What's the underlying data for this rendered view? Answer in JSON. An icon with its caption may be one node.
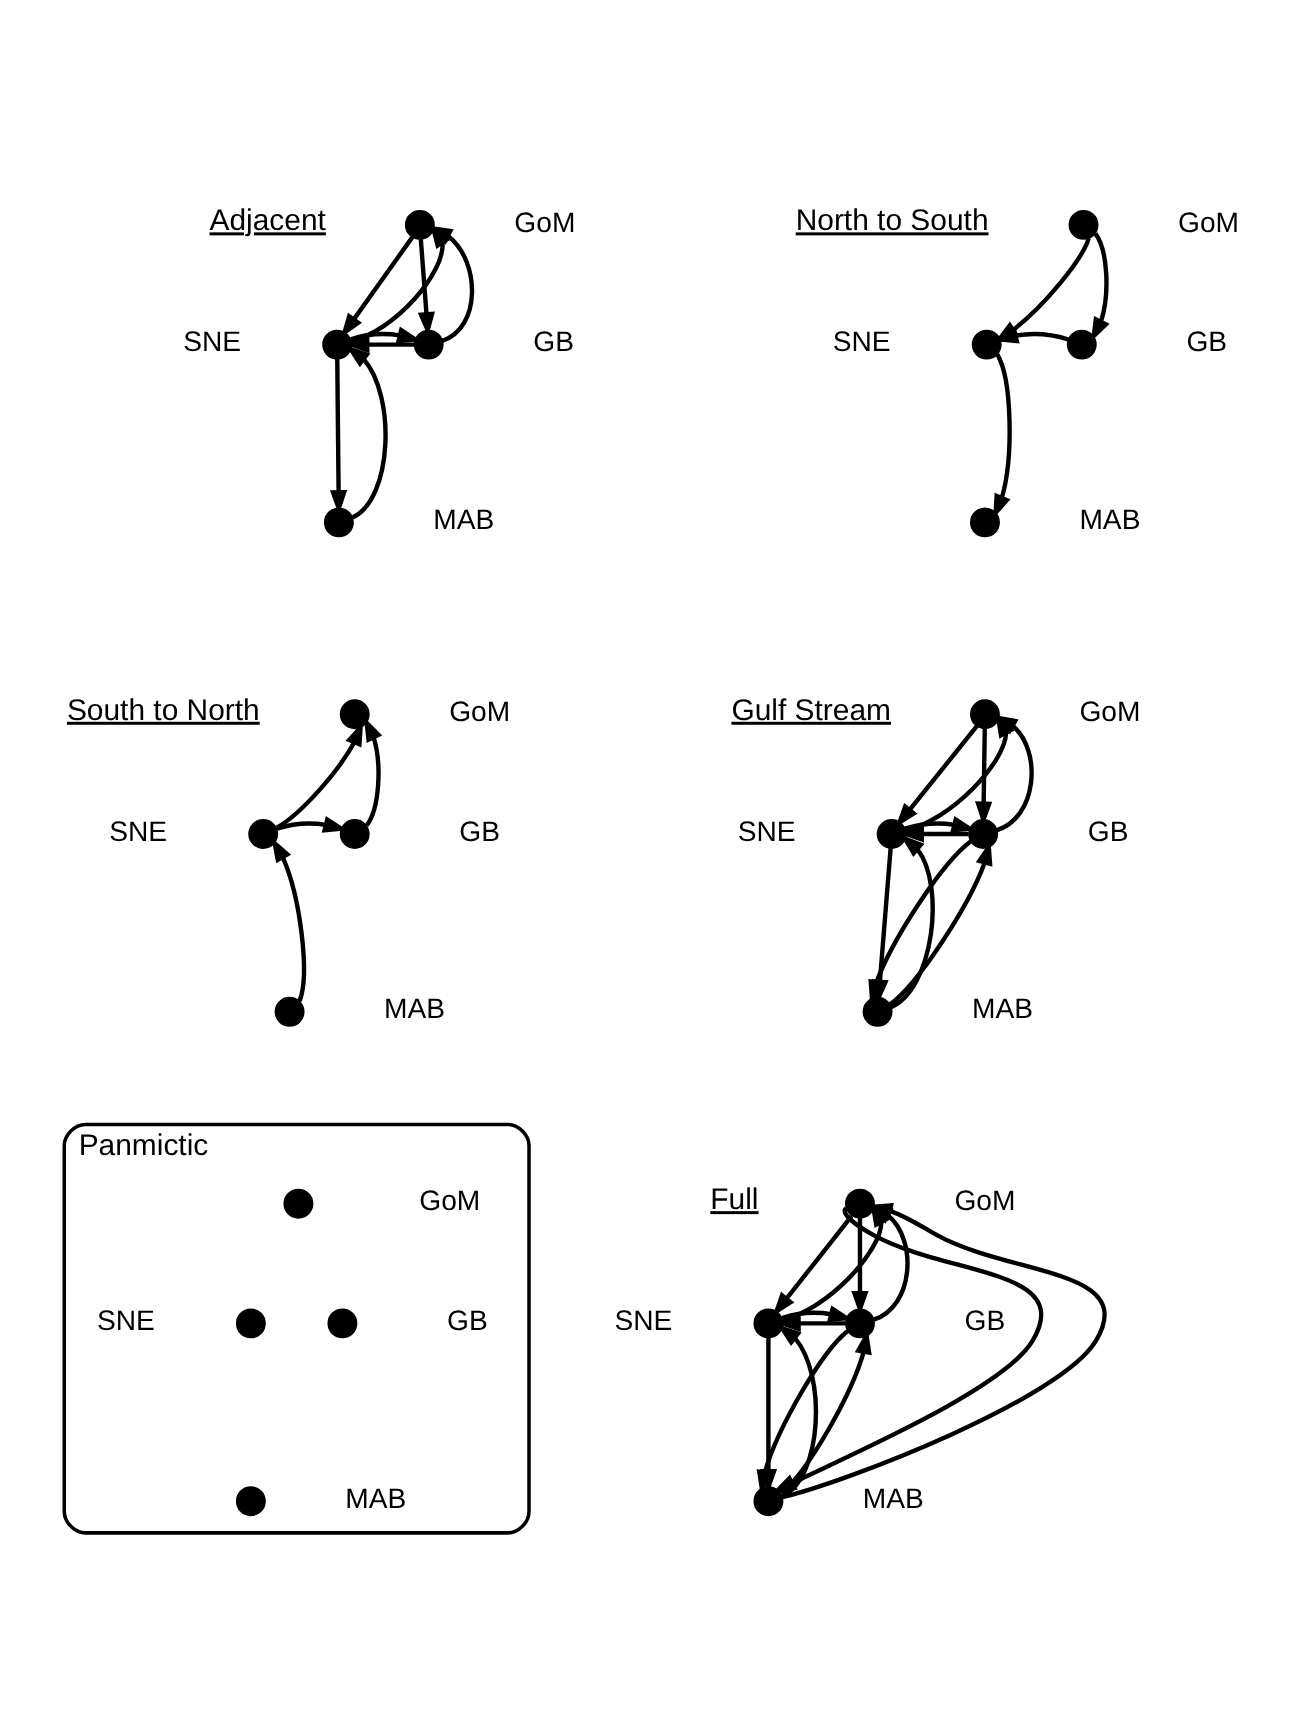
{
  "diagram": {
    "nodes": [
      {
        "text": [],
        "shape": "circle",
        "beside": [
          "GoM"
        ]
      },
      {
        "text": [],
        "shape": "circle",
        "beside": [
          "SNE"
        ]
      },
      {
        "text": [],
        "shape": "circle",
        "beside": [
          "GB"
        ]
      },
      {
        "text": [],
        "shape": "circle",
        "beside": [
          "MAB"
        ]
      },
      {
        "text": [],
        "shape": "circle",
        "beside": [
          "GoM"
        ]
      },
      {
        "text": [],
        "shape": "circle",
        "beside": [
          "SNE"
        ]
      },
      {
        "text": [],
        "shape": "circle",
        "beside": [
          "GB"
        ]
      },
      {
        "text": [],
        "shape": "circle",
        "beside": [
          "MAB"
        ]
      },
      {
        "text": [],
        "shape": "circle",
        "beside": [
          "GoM"
        ]
      },
      {
        "text": [],
        "shape": "circle",
        "beside": [
          "SNE"
        ]
      },
      {
        "text": [],
        "shape": "circle",
        "beside": [
          "GB"
        ]
      },
      {
        "text": [],
        "shape": "circle",
        "beside": [
          "MAB"
        ]
      },
      {
        "text": [],
        "shape": "circle",
        "beside": [
          "GoM"
        ]
      },
      {
        "text": [],
        "shape": "circle",
        "beside": [
          "SNE"
        ]
      },
      {
        "text": [],
        "shape": "circle",
        "beside": [
          "GB"
        ]
      },
      {
        "text": [],
        "shape": "circle",
        "beside": [
          "MAB"
        ]
      },
      {
        "text": [
          "Panmictic"
        ]
      },
      {
        "text": [],
        "shape": "circle",
        "beside": [
          "GoM"
        ],
        "in": 16
      },
      {
        "text": [],
        "shape": "circle",
        "beside": [
          "SNE"
        ],
        "in": 16
      },
      {
        "text": [],
        "shape": "circle",
        "beside": [
          "GB"
        ],
        "in": 16
      },
      {
        "text": [],
        "shape": "circle",
        "beside": [
          "MAB"
        ],
        "in": 16
      },
      {
        "text": [],
        "shape": "circle",
        "beside": [
          "GoM"
        ]
      },
      {
        "text": [],
        "shape": "circle",
        "beside": [
          "SNE"
        ]
      },
      {
        "text": [],
        "shape": "circle",
        "beside": [
          "GB"
        ]
      },
      {
        "text": [],
        "shape": "circle",
        "beside": [
          "MAB"
        ]
      }
    ],
    "edges": [
      {
        "from": 0,
        "to": 1,
        "arrow": "to"
      },
      {
        "from": 1,
        "to": 0,
        "arrow": "to"
      },
      {
        "from": 0,
        "to": 2,
        "arrow": "to"
      },
      {
        "from": 2,
        "to": 0,
        "arrow": "to"
      },
      {
        "from": 2,
        "to": 1,
        "arrow": "to"
      },
      {
        "from": 1,
        "to": 2,
        "arrow": "to"
      },
      {
        "from": 1,
        "to": 3,
        "arrow": "to"
      },
      {
        "from": 3,
        "to": 1,
        "arrow": "to"
      },
      {
        "from": 4,
        "to": 5,
        "arrow": "to"
      },
      {
        "from": 4,
        "to": 6,
        "arrow": "to"
      },
      {
        "from": 6,
        "to": 5,
        "arrow": "to"
      },
      {
        "from": 5,
        "to": 7,
        "arrow": "to"
      },
      {
        "from": 9,
        "to": 8,
        "arrow": "to"
      },
      {
        "from": 10,
        "to": 8,
        "arrow": "to"
      },
      {
        "from": 9,
        "to": 10,
        "arrow": "to"
      },
      {
        "from": 11,
        "to": 9,
        "arrow": "to"
      },
      {
        "from": 12,
        "to": 13,
        "arrow": "to"
      },
      {
        "from": 13,
        "to": 12,
        "arrow": "to"
      },
      {
        "from": 12,
        "to": 14,
        "arrow": "to"
      },
      {
        "from": 14,
        "to": 12,
        "arrow": "to"
      },
      {
        "from": 14,
        "to": 13,
        "arrow": "to"
      },
      {
        "from": 13,
        "to": 14,
        "arrow": "to"
      },
      {
        "from": 13,
        "to": 15,
        "arrow": "to"
      },
      {
        "from": 15,
        "to": 13,
        "arrow": "to"
      },
      {
        "from": 15,
        "to": 14,
        "arrow": "to"
      },
      {
        "from": 14,
        "to": 15,
        "arrow": "to"
      },
      {
        "from": 21,
        "to": 24,
        "arrow": "to"
      },
      {
        "from": 24,
        "to": 21,
        "arrow": "to"
      },
      {
        "from": 21,
        "to": 22,
        "arrow": "to"
      },
      {
        "from": 22,
        "to": 21,
        "arrow": "to"
      },
      {
        "from": 21,
        "to": 23,
        "arrow": "to"
      },
      {
        "from": 23,
        "to": 21,
        "arrow": "to"
      },
      {
        "from": 23,
        "to": 22,
        "arrow": "to"
      },
      {
        "from": 22,
        "to": 23,
        "arrow": "to"
      },
      {
        "from": 22,
        "to": 24,
        "arrow": "to"
      },
      {
        "from": 24,
        "to": 22,
        "arrow": "to"
      },
      {
        "from": 24,
        "to": 23,
        "arrow": "to"
      },
      {
        "from": 23,
        "to": 24,
        "arrow": "to"
      }
    ],
    "labels": [
      "Adjacent",
      "North to South",
      "South to North",
      "Gulf Stream",
      "Full"
    ]
  }
}
